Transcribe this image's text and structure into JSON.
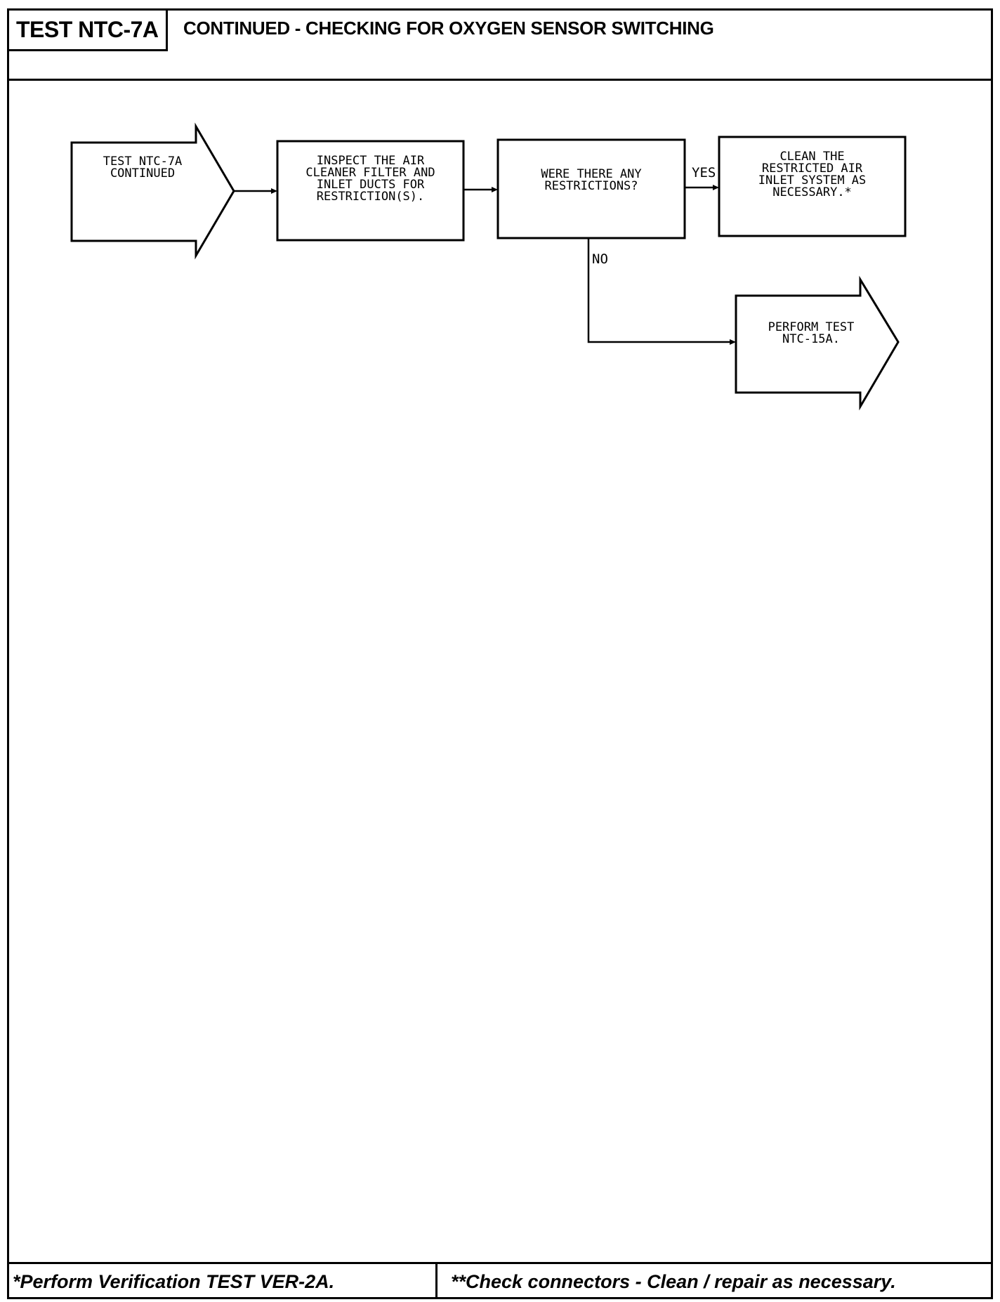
{
  "header": {
    "test_id": "TEST NTC-7A",
    "title": "CONTINUED - CHECKING FOR OXYGEN SENSOR SWITCHING"
  },
  "flowchart": {
    "nodes": {
      "start": "TEST NTC-7A\nCONTINUED",
      "inspect": "INSPECT THE AIR\nCLEANER FILTER AND\nINLET DUCTS FOR\nRESTRICTION(S).",
      "question": "WERE THERE ANY\nRESTRICTIONS?",
      "clean": "CLEAN THE\nRESTRICTED AIR\nINLET SYSTEM AS\nNECESSARY.*",
      "perform": "PERFORM TEST\nNTC-15A."
    },
    "edges": {
      "yes_label": "YES",
      "no_label": "NO"
    }
  },
  "footer": {
    "left_note": "*Perform Verification TEST VER-2A.",
    "right_note": "**Check connectors - Clean / repair as necessary."
  }
}
